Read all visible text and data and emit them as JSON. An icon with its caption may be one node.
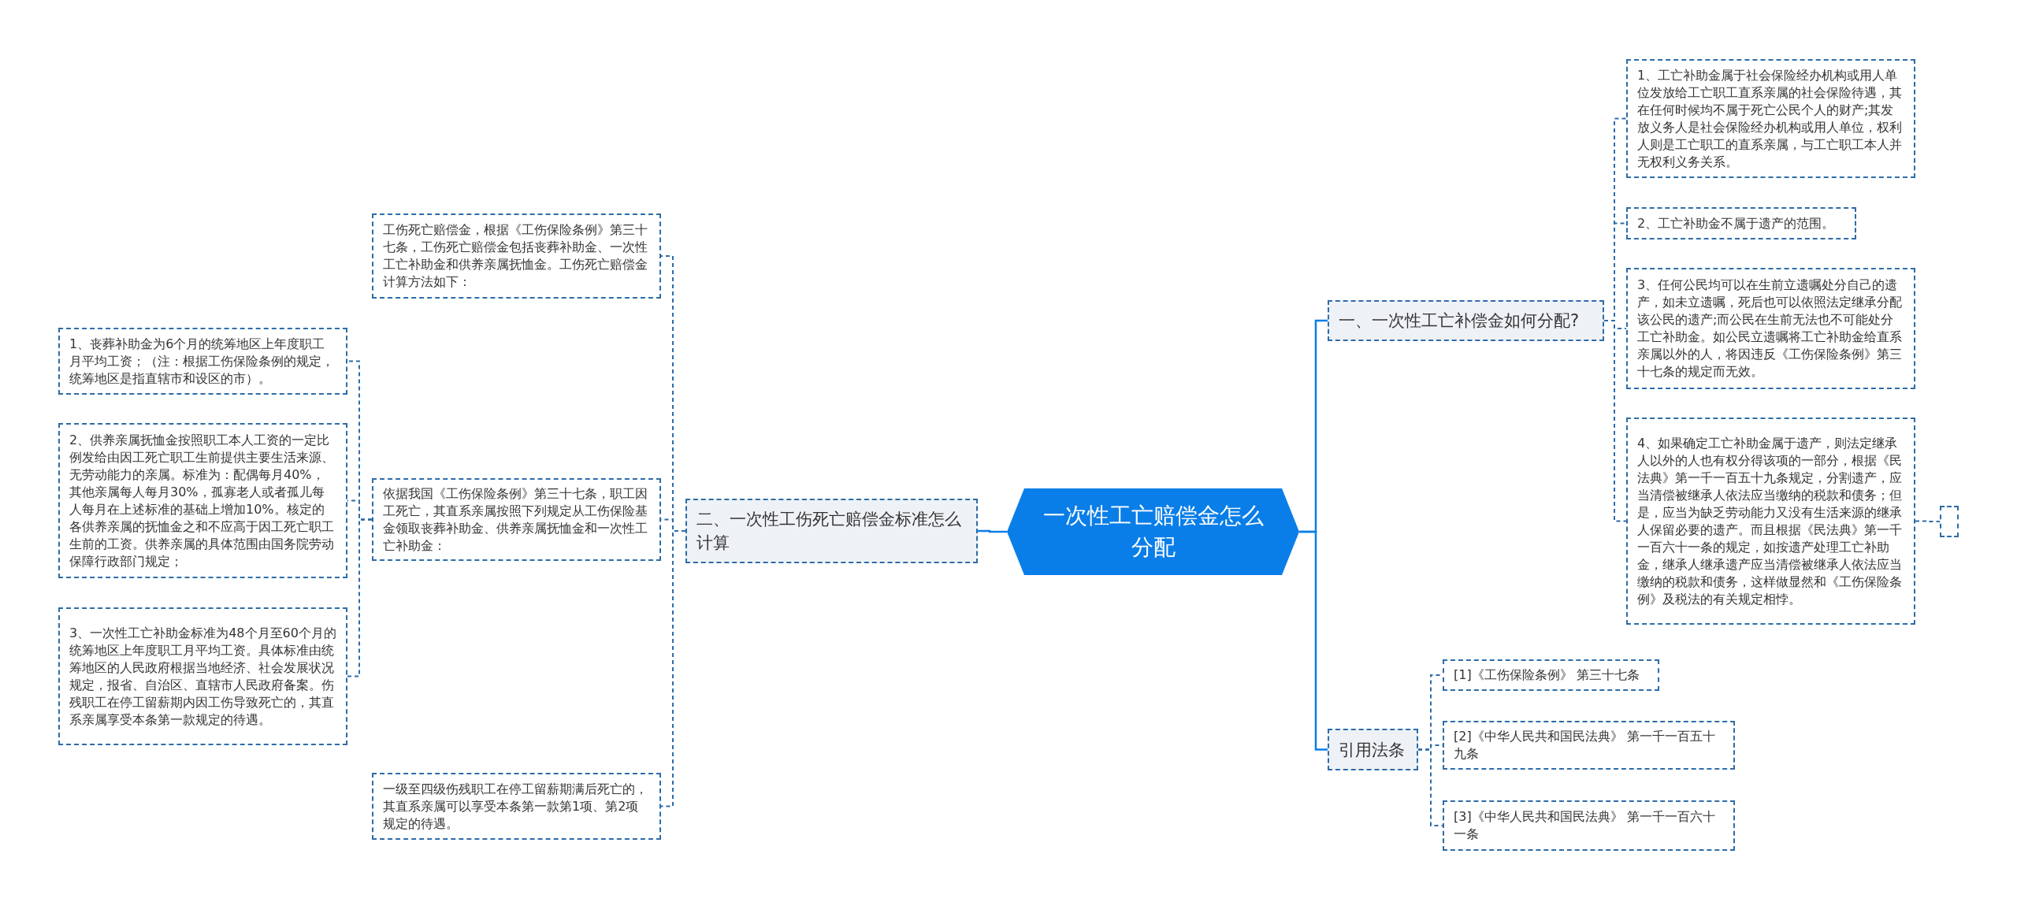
{
  "diagram": {
    "nodes": [
      {
        "text": [
          "一次性工亡赔偿金怎么分配"
        ]
      },
      {
        "text": [
          "二、一次性工伤死亡赔偿金标准怎么计算"
        ]
      },
      {
        "text": [
          "工伤死亡赔偿金，根据《工伤保险条例》第三十七条，工伤死亡赔偿金包括丧葬补助金、一次性工亡补助金和供养亲属抚恤金。工伤死亡赔偿金计算方法如下："
        ]
      },
      {
        "text": [
          "依据我国《工伤保险条例》第三十七条，职工因工死亡，其直系亲属按照下列规定从工伤保险基金领取丧葬补助金、供养亲属抚恤金和一次性工亡补助金："
        ]
      },
      {
        "text": [
          "1、丧葬补助金为6个月的统筹地区上年度职工月平均工资；（注：根据工伤保险条例的规定，统筹地区是指直辖市和设区的市）。"
        ]
      },
      {
        "text": [
          "2、供养亲属抚恤金按照职工本人工资的一定比例发给由因工死亡职工生前提供主要生活来源、无劳动能力的亲属。标准为：配偶每月40%，其他亲属每人每月30%，孤寡老人或者孤儿每人每月在上述标准的基础上增加10%。核定的各供养亲属的抚恤金之和不应高于因工死亡职工生前的工资。供养亲属的具体范围由国务院劳动保障行政部门规定；"
        ]
      },
      {
        "text": [
          "3、一次性工亡补助金标准为48个月至60个月的统筹地区上年度职工月平均工资。具体标准由统筹地区的人民政府根据当地经济、社会发展状况规定，报省、自治区、直辖市人民政府备案。伤残职工在停工留薪期内因工伤导致死亡的，其直系亲属享受本条第一款规定的待遇。"
        ]
      },
      {
        "text": [
          "一级至四级伤残职工在停工留薪期满后死亡的，其直系亲属可以享受本条第一款第1项、第2项规定的待遇。"
        ]
      },
      {
        "text": [
          "一、一次性工亡补偿金如何分配?"
        ]
      },
      {
        "text": [
          "1、工亡补助金属于社会保险经办机构或用人单位发放给工亡职工直系亲属的社会保险待遇，其在任何时候均不属于死亡公民个人的财产;其发放义务人是社会保险经办机构或用人单位，权利人则是工亡职工的直系亲属，与工亡职工本人并无权利义务关系。"
        ]
      },
      {
        "text": [
          "2、工亡补助金不属于遗产的范围。"
        ]
      },
      {
        "text": [
          "3、任何公民均可以在生前立遗嘱处分自己的遗产，如未立遗嘱，死后也可以依照法定继承分配该公民的遗产;而公民在生前无法也不可能处分工亡补助金。如公民立遗嘱将工亡补助金给直系亲属以外的人，将因违反《工伤保险条例》第三十七条的规定而无效。"
        ]
      },
      {
        "text": [
          "4、如果确定工亡补助金属于遗产，则法定继承人以外的人也有权分得该项的一部分，根据《民法典》第一千一百五十九条规定，分割遗产，应当清偿被继承人依法应当缴纳的税款和债务；但是，应当为缺乏劳动能力又没有生活来源的继承人保留必要的遗产。而且根据《民法典》第一千一百六十一条的规定，如按遗产处理工亡补助金，继承人继承遗产应当清偿被继承人依法应当缴纳的税款和债务，这样做显然和《工伤保险条例》及税法的有关规定相悖。"
        ]
      },
      {
        "text": [],
        "shape": "box"
      },
      {
        "text": [
          "引用法条"
        ]
      },
      {
        "text": [
          "[1]《工伤保险条例》 第三十七条"
        ]
      },
      {
        "text": [
          "[2]《中华人民共和国民法典》 第一千一百五十九条"
        ]
      },
      {
        "text": [
          "[3]《中华人民共和国民法典》 第一千一百六十一条"
        ]
      }
    ],
    "edges": [
      {
        "from": 0,
        "to": 1,
        "arrow": "none"
      },
      {
        "from": 1,
        "to": 2,
        "arrow": "none",
        "style": "dashed"
      },
      {
        "from": 1,
        "to": 3,
        "arrow": "none",
        "style": "dashed"
      },
      {
        "from": 3,
        "to": 4,
        "arrow": "none",
        "style": "dashed"
      },
      {
        "from": 3,
        "to": 5,
        "arrow": "none",
        "style": "dashed"
      },
      {
        "from": 3,
        "to": 6,
        "arrow": "none",
        "style": "dashed"
      },
      {
        "from": 1,
        "to": 7,
        "arrow": "none",
        "style": "dashed"
      },
      {
        "from": 0,
        "to": 8,
        "arrow": "none"
      },
      {
        "from": 8,
        "to": 9,
        "arrow": "none",
        "style": "dashed"
      },
      {
        "from": 8,
        "to": 10,
        "arrow": "none",
        "style": "dashed"
      },
      {
        "from": 8,
        "to": 11,
        "arrow": "none",
        "style": "dashed"
      },
      {
        "from": 8,
        "to": 12,
        "arrow": "none",
        "style": "dashed"
      },
      {
        "from": 12,
        "to": 13,
        "arrow": "none",
        "style": "dashed"
      },
      {
        "from": 0,
        "to": 14,
        "arrow": "none"
      },
      {
        "from": 14,
        "to": 15,
        "arrow": "none",
        "style": "dashed"
      },
      {
        "from": 14,
        "to": 16,
        "arrow": "none",
        "style": "dashed"
      },
      {
        "from": 14,
        "to": 17,
        "arrow": "none",
        "style": "dashed"
      }
    ]
  }
}
